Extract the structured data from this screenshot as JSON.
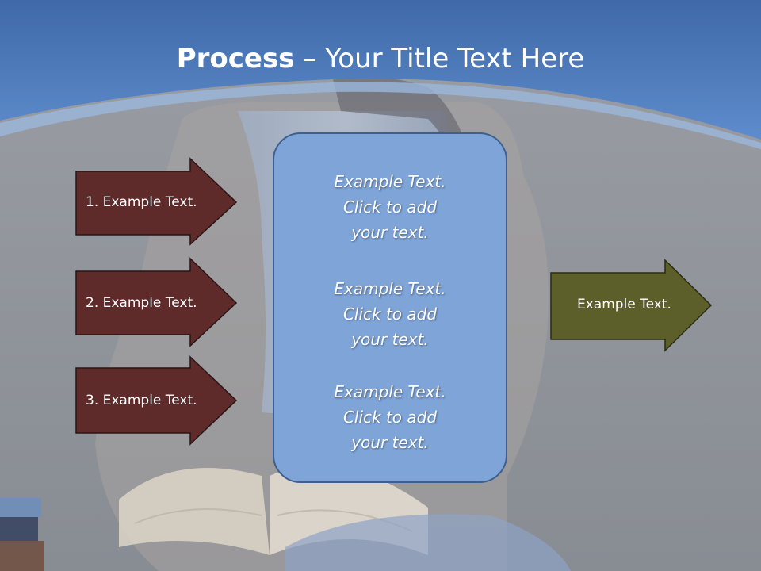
{
  "slide": {
    "title_bold": "Process",
    "title_rest": " – Your Title Text Here",
    "left_items": [
      {
        "label": "1. Example Text."
      },
      {
        "label": "2. Example Text."
      },
      {
        "label": "3. Example Text."
      }
    ],
    "center_blocks": [
      {
        "line1": "Example Text.",
        "line2": "Click  to add",
        "line3": "your text."
      },
      {
        "line1": "Example Text.",
        "line2": "Click  to add",
        "line3": "your text."
      },
      {
        "line1": "Example Text.",
        "line2": "Click  to add",
        "line3": "your text."
      }
    ],
    "right_item": {
      "label": "Example Text."
    }
  },
  "colors": {
    "header_blue": "#4a78b8",
    "left_arrow_fill": "#5e2a2a",
    "right_arrow_fill": "#5d5f2a",
    "center_box_fill": "#7fa5d8",
    "center_box_border": "#3e5f8f"
  }
}
